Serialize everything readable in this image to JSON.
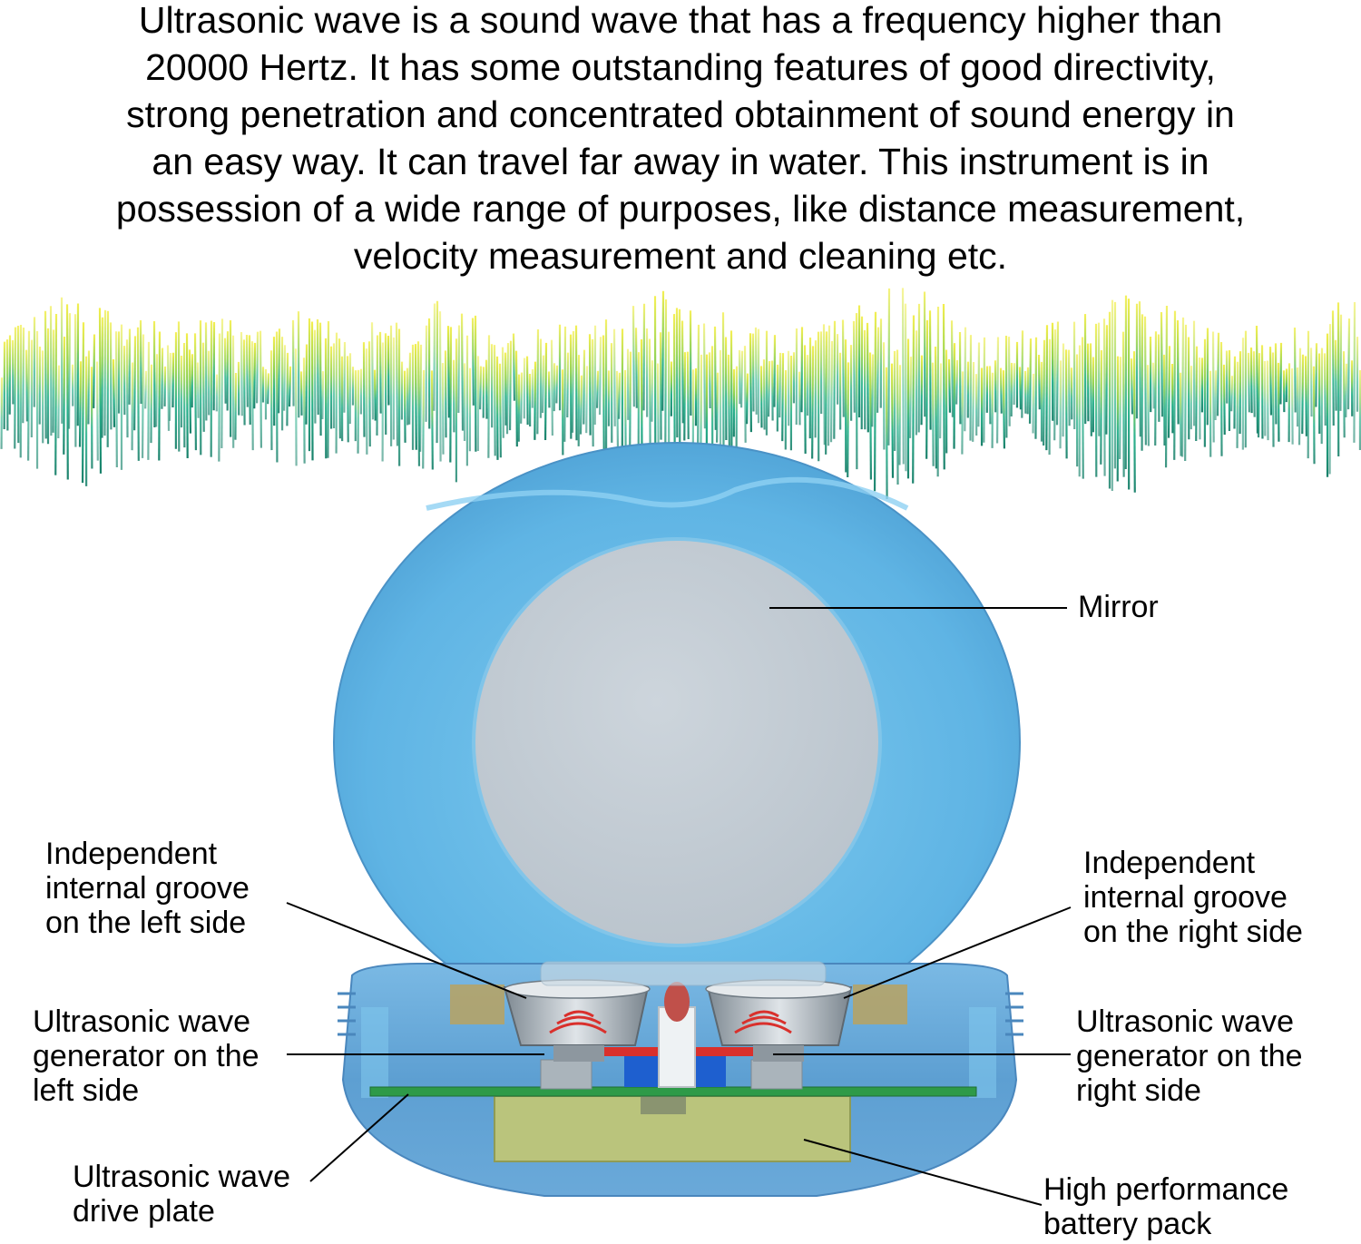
{
  "intro": {
    "lines": [
      "Ultrasonic wave is a sound wave that has a frequency higher than",
      "20000 Hertz. It has some outstanding features of good directivity,",
      "strong penetration and concentrated obtainment of sound energy in",
      "an easy way. It can travel far away in water. This instrument is in",
      "possession of  a wide range of purposes, like distance measurement,",
      "velocity measurement and cleaning etc."
    ]
  },
  "labels": {
    "mirror": [
      "Mirror"
    ],
    "groove_left": [
      "Independent",
      "internal groove",
      "on the left side"
    ],
    "groove_right": [
      "Independent",
      "internal groove",
      "on the right side"
    ],
    "generator_left": [
      "Ultrasonic wave",
      "generator on the",
      "left side"
    ],
    "generator_right": [
      "Ultrasonic wave",
      "generator on the",
      "right side"
    ],
    "drive_plate": [
      "Ultrasonic wave",
      "drive plate"
    ],
    "battery": [
      "High performance",
      "battery pack"
    ]
  },
  "colors": {
    "shell_blue": "#5fb6e6",
    "mirror_gray": "#c3ccd4",
    "wave_green": "#1fa27a",
    "wave_yellow": "#d9e33a",
    "board_green": "#2e9a48",
    "battery_olive": "#b9c27a",
    "emitter_red": "#d9302c"
  }
}
